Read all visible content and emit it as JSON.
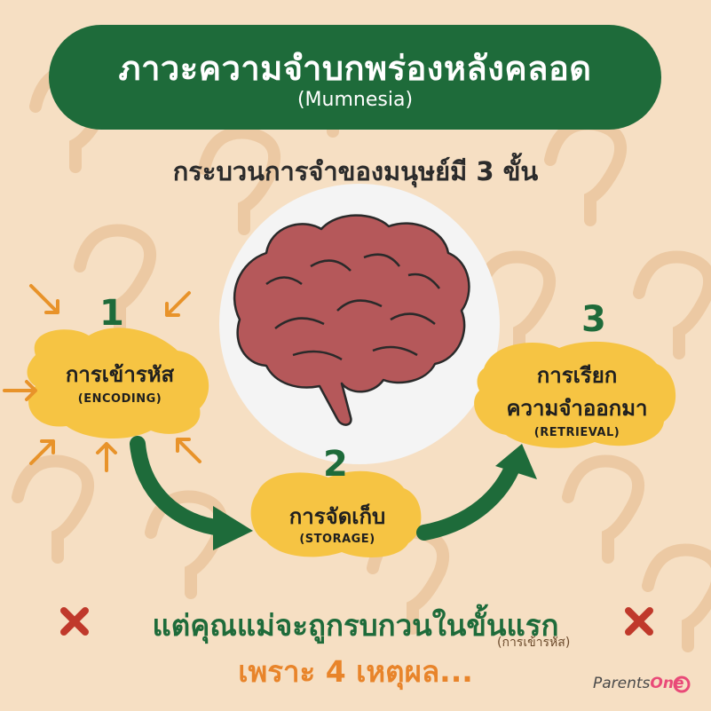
{
  "title": "ภาวะความจำบกพร่องหลังคลอด",
  "title_sub": "(Mumnesia)",
  "subtitle": "กระบวนการจำของมนุษย์มี 3 ขั้น",
  "steps": [
    {
      "number": "1",
      "label": "การเข้ารหัส",
      "english": "(ENCODING)"
    },
    {
      "number": "2",
      "label": "การจัดเก็บ",
      "english": "(STORAGE)"
    },
    {
      "number": "3",
      "label_line1": "การเรียก",
      "label_line2": "ความจำออกมา",
      "english": "(RETRIEVAL)"
    }
  ],
  "bottom": {
    "line1": "แต่คุณแม่จะถูกรบกวนในขั้นแรก",
    "note": "(การเข้ารหัส)",
    "line2": "เพราะ 4 เหตุผล..."
  },
  "logo": {
    "text": "Parents",
    "accent": "One"
  },
  "colors": {
    "background": "#f6dfc3",
    "banner": "#1e6b3a",
    "blob": "#f6c443",
    "arrow_green": "#1e6b3a",
    "arrow_orange": "#e8932a",
    "brain": "#b5585a",
    "cross": "#c0392b"
  },
  "icons": [
    "brain-icon",
    "cross-icon",
    "arrow-icon",
    "question-mark-pattern"
  ]
}
